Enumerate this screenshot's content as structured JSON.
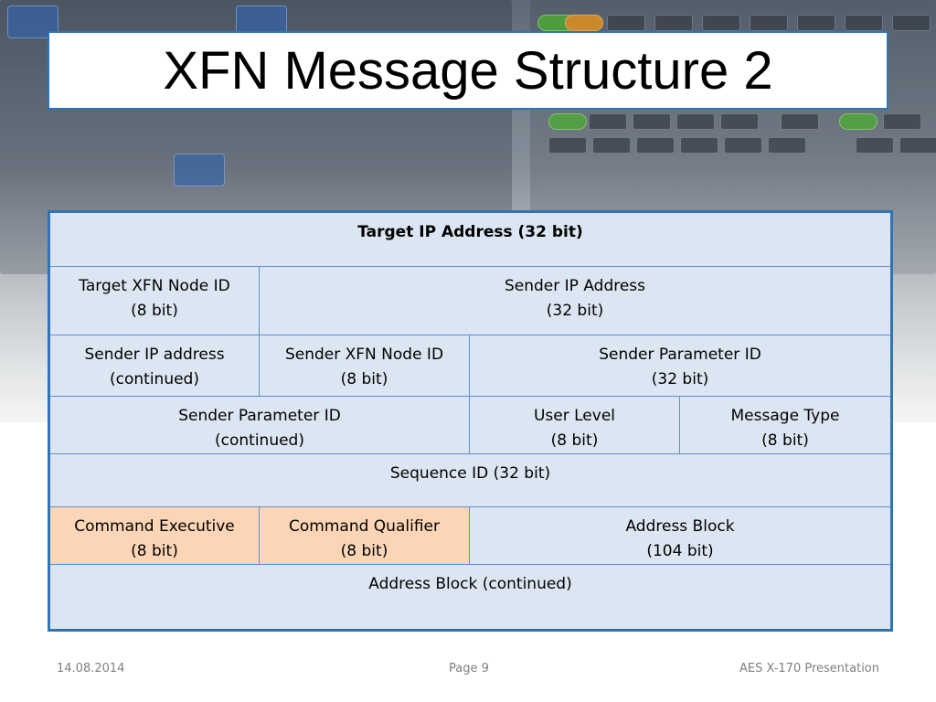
{
  "slide": {
    "title": "XFN Message Structure 2"
  },
  "table": {
    "rows": [
      [
        {
          "label": "Target IP Address  (32 bit)",
          "sub": ""
        }
      ],
      [
        {
          "label": "Target XFN Node ID",
          "sub": "(8 bit)"
        },
        {
          "label": "Sender IP Address",
          "sub": "(32 bit)"
        }
      ],
      [
        {
          "label": "Sender IP address",
          "sub": "(continued)"
        },
        {
          "label": "Sender XFN Node ID",
          "sub": "(8 bit)"
        },
        {
          "label": "Sender Parameter ID",
          "sub": "(32 bit)"
        }
      ],
      [
        {
          "label": "Sender Parameter ID",
          "sub": "(continued)"
        },
        {
          "label": "User Level",
          "sub": "(8 bit)"
        },
        {
          "label": "Message Type",
          "sub": "(8 bit)"
        }
      ],
      [
        {
          "label": "Sequence ID (32 bit)",
          "sub": ""
        }
      ],
      [
        {
          "label": "Command Executive",
          "sub": "(8 bit)"
        },
        {
          "label": "Command Qualifier",
          "sub": "(8 bit)"
        },
        {
          "label": "Address Block",
          "sub": "(104 bit)"
        }
      ],
      [
        {
          "label": "Address Block (continued)",
          "sub": ""
        }
      ]
    ]
  },
  "footer": {
    "date": "14.08.2014",
    "page": "Page 9",
    "presentation": "AES X-170 Presentation"
  },
  "colors": {
    "accent_border": "#2e75b6",
    "cell_fill": "#dce6f2",
    "command_fill": "#fbd5b5"
  }
}
